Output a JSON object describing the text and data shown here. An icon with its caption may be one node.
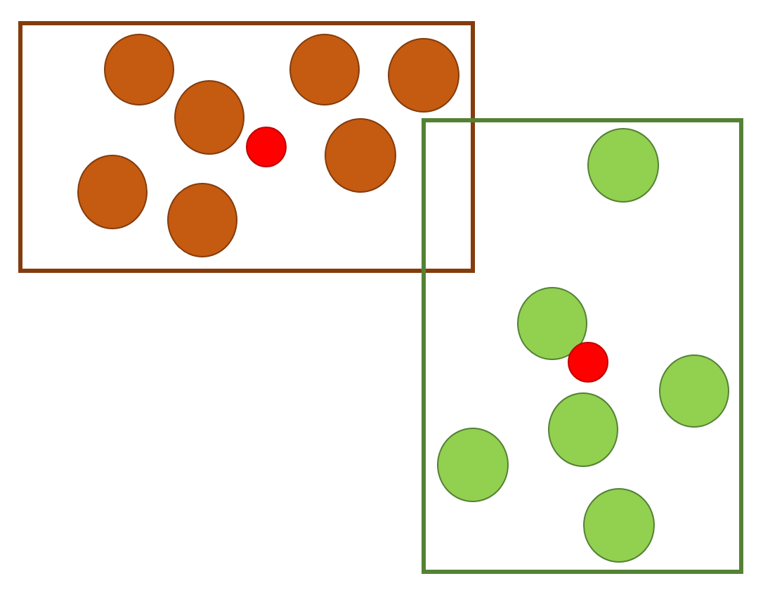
{
  "diagram": {
    "nodes": [
      {
        "text": [],
        "shape": "box"
      },
      {
        "text": [],
        "shape": "circle",
        "in": 0
      },
      {
        "text": [],
        "shape": "circle",
        "in": 0
      },
      {
        "text": [],
        "shape": "circle",
        "in": 0
      },
      {
        "text": [],
        "shape": "circle",
        "in": 0
      },
      {
        "text": [],
        "shape": "circle",
        "in": 0
      },
      {
        "text": [],
        "shape": "circle",
        "in": 0
      },
      {
        "text": [],
        "shape": "circle",
        "in": 0
      },
      {
        "text": [],
        "shape": "circle",
        "in": 0
      },
      {
        "text": [],
        "shape": "box"
      },
      {
        "text": [],
        "shape": "circle",
        "in": 9
      },
      {
        "text": [],
        "shape": "circle",
        "in": 9
      },
      {
        "text": [],
        "shape": "circle",
        "in": 9
      },
      {
        "text": [],
        "shape": "circle",
        "in": 9
      },
      {
        "text": [],
        "shape": "circle",
        "in": 9
      },
      {
        "text": [],
        "shape": "circle",
        "in": 9
      },
      {
        "text": [],
        "shape": "circle",
        "in": 9
      }
    ]
  }
}
